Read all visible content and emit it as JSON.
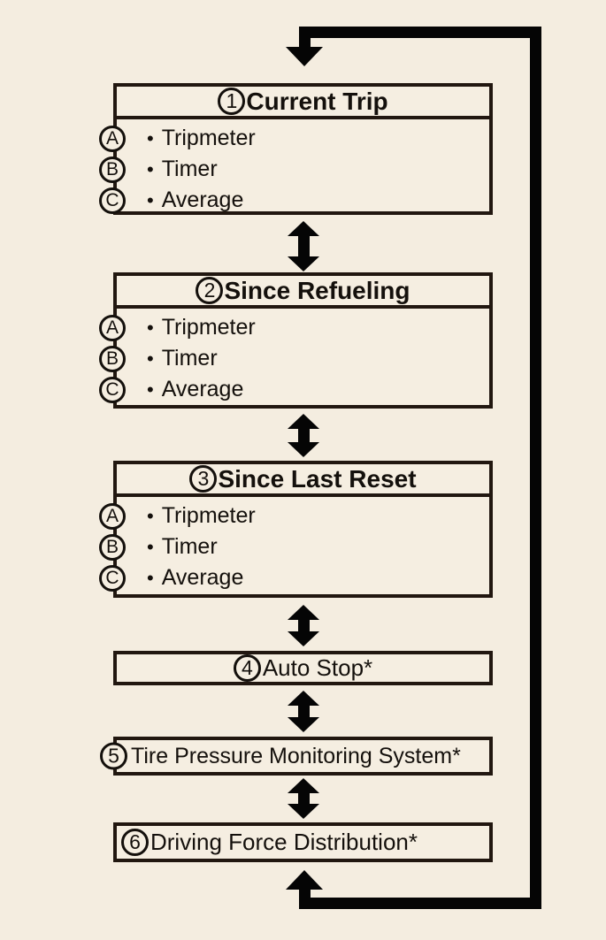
{
  "diagram": {
    "title": "trip-display-mode-cycle",
    "bullet": "•",
    "colors": {
      "background": "#f4ede0",
      "box_fill": "#f5eee1",
      "box_border": "#211710",
      "arrow": "#050505",
      "text": "#14100c"
    },
    "boxes": [
      {
        "number": "1",
        "title": "Current Trip",
        "items": [
          {
            "letter": "A",
            "label": "Tripmeter"
          },
          {
            "letter": "B",
            "label": "Timer"
          },
          {
            "letter": "C",
            "label": "Average"
          }
        ]
      },
      {
        "number": "2",
        "title": "Since Refueling",
        "items": [
          {
            "letter": "A",
            "label": "Tripmeter"
          },
          {
            "letter": "B",
            "label": "Timer"
          },
          {
            "letter": "C",
            "label": "Average"
          }
        ]
      },
      {
        "number": "3",
        "title": "Since Last Reset",
        "items": [
          {
            "letter": "A",
            "label": "Tripmeter"
          },
          {
            "letter": "B",
            "label": "Timer"
          },
          {
            "letter": "C",
            "label": "Average"
          }
        ]
      },
      {
        "number": "4",
        "title": "Auto Stop*"
      },
      {
        "number": "5",
        "title": "Tire Pressure Monitoring System*"
      },
      {
        "number": "6",
        "title": "Driving Force Distribution*"
      }
    ]
  }
}
